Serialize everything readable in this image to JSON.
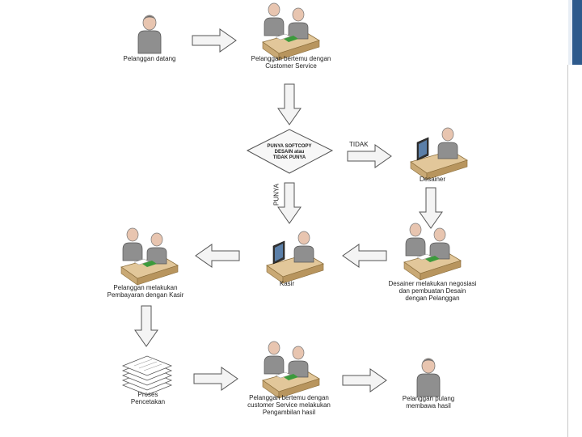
{
  "labels": {
    "pelanggan_datang": "Pelanggan datang",
    "bertemu_cs": "Pelanggan bertemu dengan\nCustomer Service",
    "decision": "PUNYA SOFTCOPY\nDESAIN atau\nTIDAK PUNYA",
    "tidak": "TIDAK",
    "punya": "PUNYA",
    "desainer": "Desainer",
    "negosiasi": "Desainer melakukan negosiasi\ndan pembuatan Desain\ndengan Pelanggan",
    "kasir": "Kasir",
    "pembayaran": "Pelanggan melakukan\nPembayaran dengan Kasir",
    "proses": "Proses\nPencetakan",
    "pengambilan": "Pelanggan bertemu dengan\ncustomer Service melakukan\nPengambilan hasil",
    "pulang": "Pelanggan pulang\nmembawa hasil"
  },
  "colors": {
    "arrow_fill": "#f4f4f4",
    "arrow_stroke": "#555555",
    "desk": "#e2c79a",
    "person": "#9a9a9a",
    "accent_sidebar": "#2e5a8c"
  }
}
